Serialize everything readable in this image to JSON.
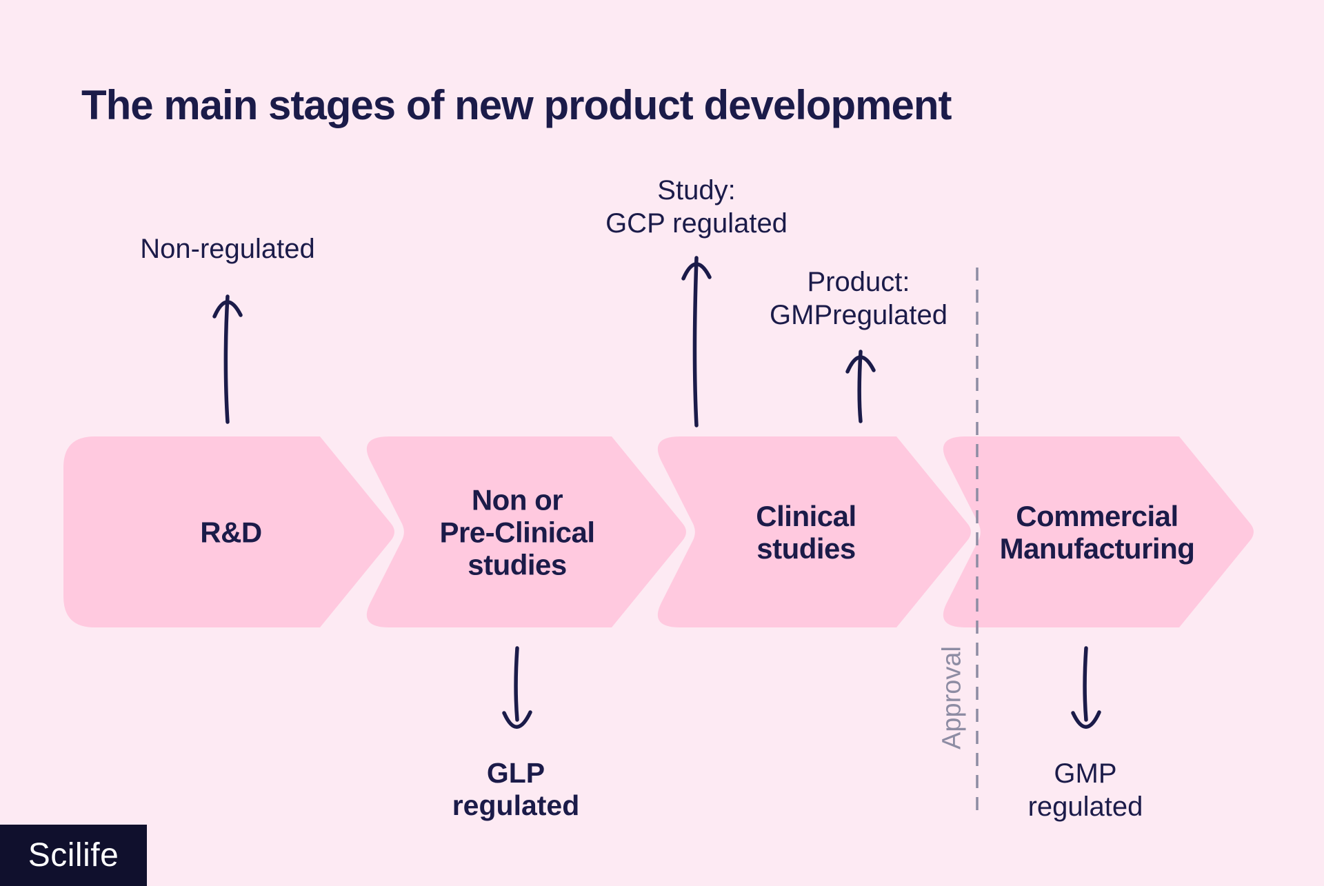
{
  "title": "The main stages of new product development",
  "stages": [
    {
      "label": "R&D"
    },
    {
      "label": "Non or\nPre-Clinical\nstudies"
    },
    {
      "label": "Clinical\nstudies"
    },
    {
      "label": "Commercial\nManufacturing"
    }
  ],
  "annotations": {
    "non_regulated": "Non-regulated",
    "study_gcp": "Study:\nGCP regulated",
    "product_gmp": "Product:\nGMPregulated",
    "glp": "GLP\nregulated",
    "gmp": "GMP\nregulated",
    "approval": "Approval"
  },
  "logo": {
    "text": "Scilife"
  },
  "colors": {
    "background": "#fdeaf3",
    "chevron": "#ffc9df",
    "ink": "#1b1b49",
    "muted": "#8d8ca3",
    "logo_bg": "#10102d",
    "logo_text": "#ffffff"
  }
}
